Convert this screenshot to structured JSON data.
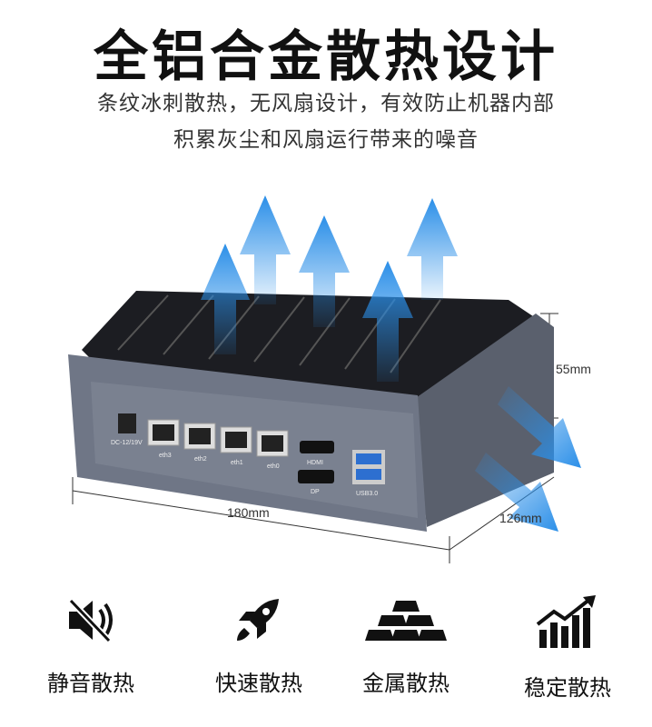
{
  "title": "全铝合金散热设计",
  "subtitle_lines": [
    "条纹冰刺散热，无风扇设计，有效防止机器内部",
    "积累灰尘和风扇运行带来的噪音"
  ],
  "device": {
    "ports": {
      "power": "DC-12/19V",
      "eth": [
        "eth3",
        "eth2",
        "eth1",
        "eth0"
      ],
      "hdmi": "HDMI",
      "dp": "DP",
      "usb": "USB3.0"
    },
    "dimensions": {
      "height": "55mm",
      "width": "180mm",
      "depth": "126mm"
    },
    "colors": {
      "arrow": "#2b8fe8",
      "chassis": "#6f7686",
      "fins": "#1c1d22"
    }
  },
  "features": [
    {
      "icon": "speaker-mute-icon",
      "label": "静音散热"
    },
    {
      "icon": "rocket-icon",
      "label": "快速散热"
    },
    {
      "icon": "gold-bars-icon",
      "label": "金属散热"
    },
    {
      "icon": "rising-chart-icon",
      "label": "稳定散热"
    }
  ]
}
